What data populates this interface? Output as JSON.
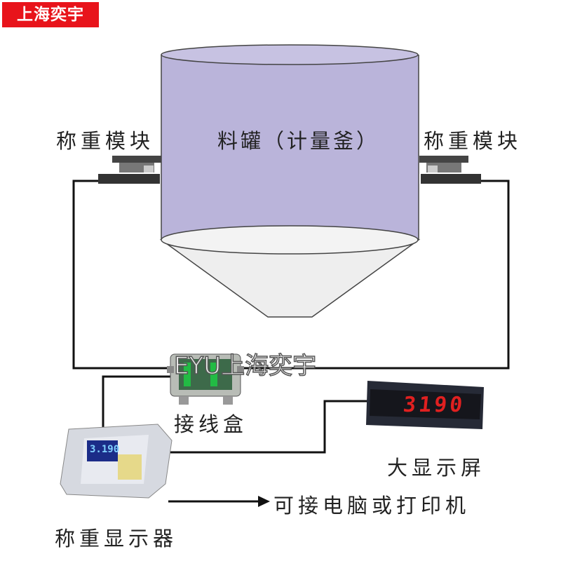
{
  "logo": "上海奕宇",
  "labels": {
    "load_cell_left": "称重模块",
    "load_cell_right": "称重模块",
    "tank": "料罐（计量釜）",
    "junction_box": "接线盒",
    "big_display": "大显示屏",
    "pc_printer": "可接电脑或打印机",
    "indicator": "称重显示器"
  },
  "watermark": "EYU上海奕宇",
  "big_display_value": "3190",
  "indicator_value": "3.190",
  "colors": {
    "tank": "#bab4da",
    "cone": "#eeeeee",
    "logo": "#e8141b",
    "digits": "#e02020"
  }
}
